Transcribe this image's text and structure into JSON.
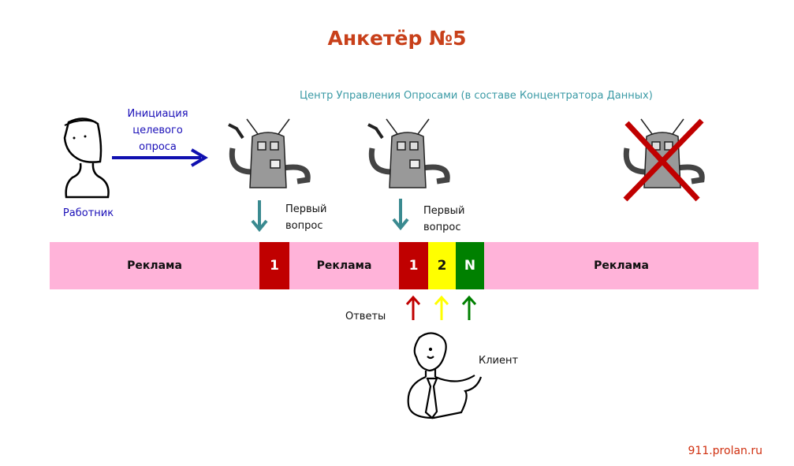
{
  "title": "Анкетёр №5",
  "center_label": "Центр Управления Опросами (в составе Концентратора Данных)",
  "worker": {
    "label": "Работник",
    "action": [
      "Инициация",
      "целевого",
      "опроса"
    ]
  },
  "first_question": [
    "Первый",
    "вопрос"
  ],
  "timeline": [
    {
      "label": "Реклама",
      "type": "ad"
    },
    {
      "label": "1",
      "type": "question",
      "color": "#c00000"
    },
    {
      "label": "Реклама",
      "type": "ad"
    },
    {
      "label": "1",
      "type": "answer",
      "color": "#c00000"
    },
    {
      "label": "2",
      "type": "answer",
      "color": "#ffff00"
    },
    {
      "label": "N",
      "type": "answer",
      "color": "#008000"
    },
    {
      "label": "Реклама",
      "type": "ad"
    }
  ],
  "answers_label": "Ответы",
  "client_label": "Клиент",
  "footer": "911.prolan.ru",
  "colors": {
    "title": "#c8401a",
    "ad": "#ffb3d9",
    "arrow_teal": "#3a8a90",
    "arrow_blue": "#1010b0"
  }
}
